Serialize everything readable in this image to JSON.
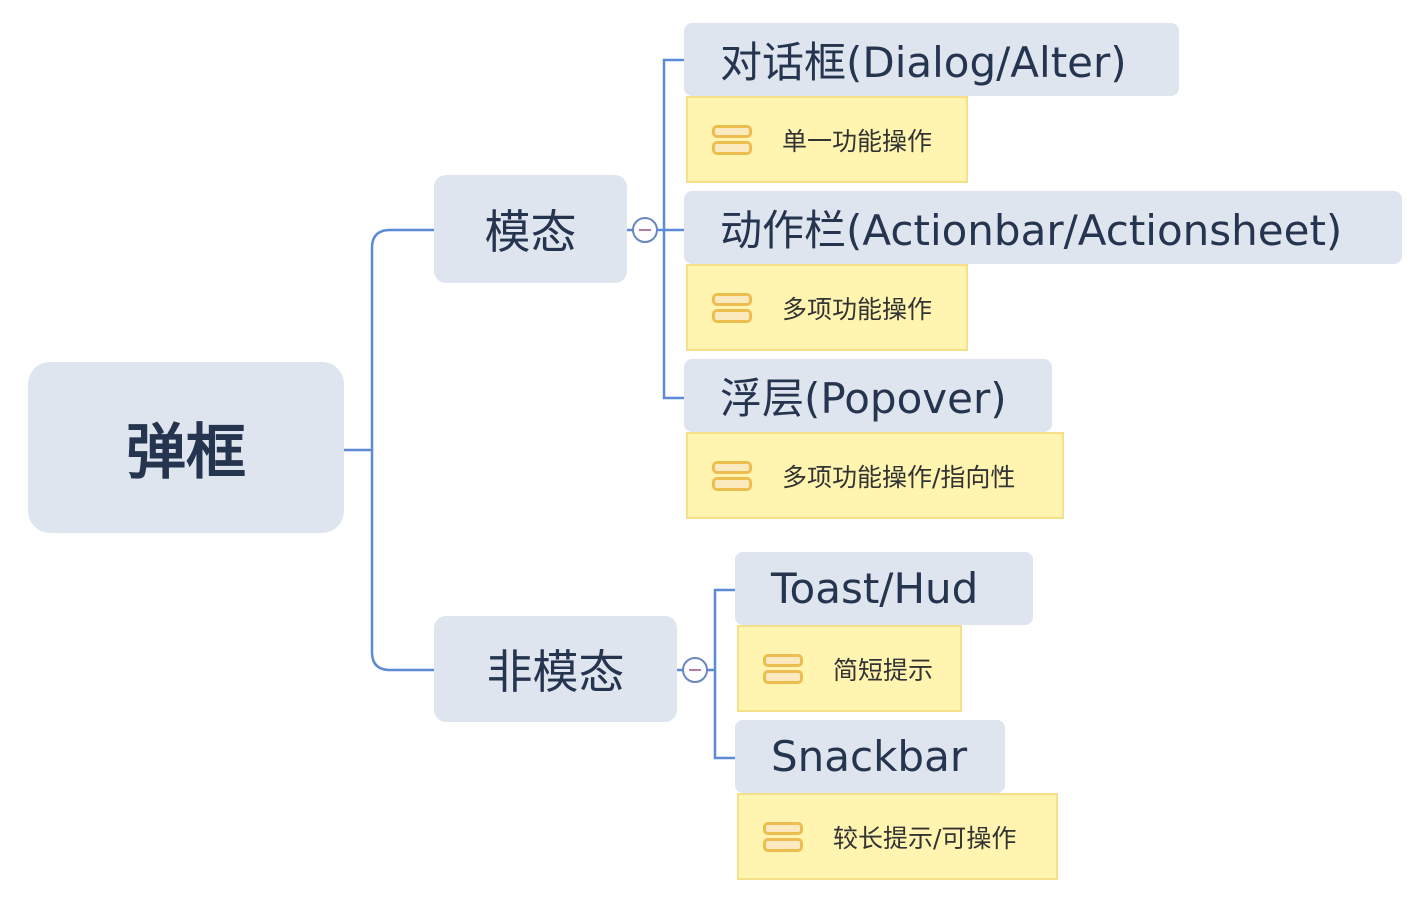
{
  "root": {
    "label": "弹框"
  },
  "branches": [
    {
      "label": "模态",
      "children": [
        {
          "label": "对话框(Dialog/Alter)",
          "note": "单一功能操作"
        },
        {
          "label": "动作栏(Actionbar/Actionsheet)",
          "note": "多项功能操作"
        },
        {
          "label": "浮层(Popover)",
          "note": "多项功能操作/指向性"
        }
      ]
    },
    {
      "label": "非模态",
      "children": [
        {
          "label": "Toast/Hud",
          "note": "简短提示"
        },
        {
          "label": "Snackbar",
          "note": "较长提示/可操作"
        }
      ]
    }
  ],
  "colors": {
    "line": "#5b8bd6",
    "node": "#dfe5ef",
    "note": "#fff4b0"
  }
}
